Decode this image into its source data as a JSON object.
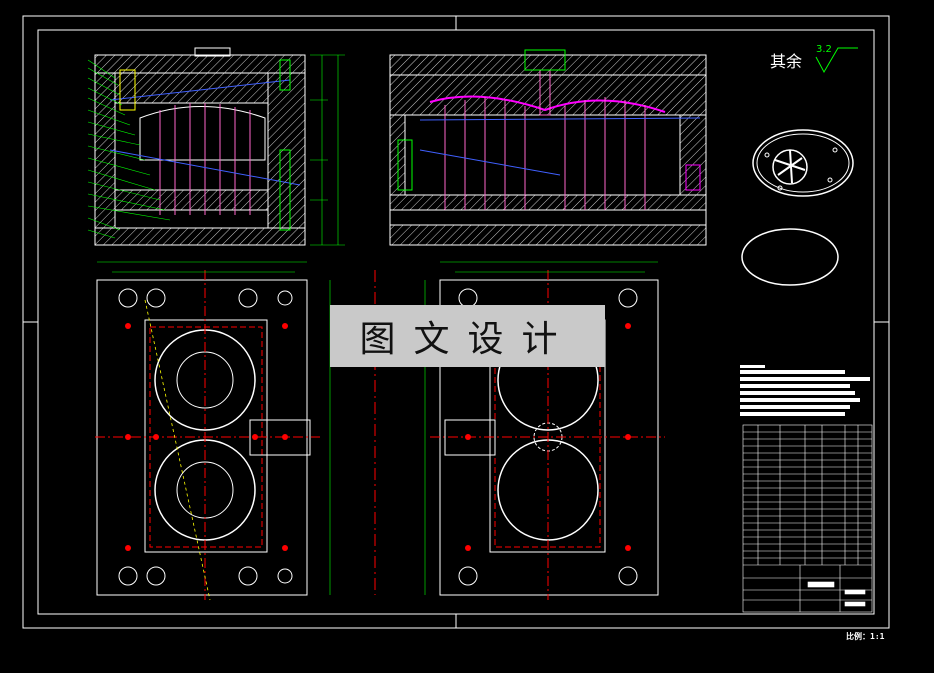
{
  "watermark": "图文设计",
  "roughness": {
    "label": "其余",
    "value": "3.2"
  },
  "scale_note": "比例：1:1",
  "colors": {
    "frame": "#ffffff",
    "hatch": "#ffffff",
    "dim": "#00ff00",
    "center": "#ff0000",
    "pin": "#ff66cc",
    "cavity": "#ff00ff",
    "blue": "#4060ff",
    "yellow": "#ffff00"
  }
}
